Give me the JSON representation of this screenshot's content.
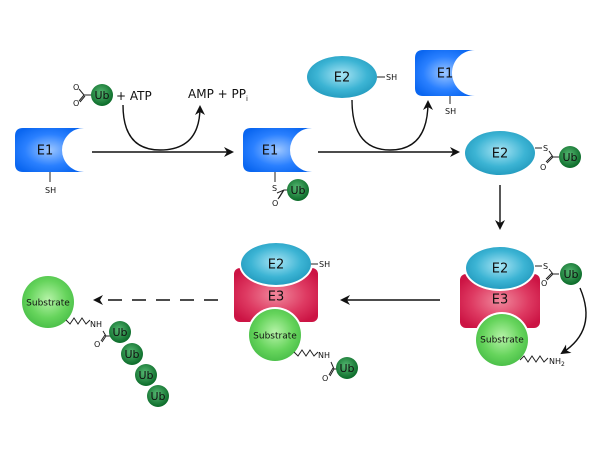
{
  "labels": {
    "e1": "E1",
    "e2": "E2",
    "e3": "E3",
    "ub": "Ub",
    "substrate": "Substrate",
    "sh": "SH",
    "s": "S",
    "o": "O",
    "nh": "NH",
    "nh2": "NH",
    "nh2_sub": "2",
    "atp": "+ ATP",
    "amp": "AMP + PP",
    "amp_sub": "i"
  },
  "colors": {
    "e1": "#0a6cff",
    "e2": "#2aa6c8",
    "e3": "#d6184a",
    "substrate": "#58cc58",
    "ub": "#0e7a30"
  }
}
